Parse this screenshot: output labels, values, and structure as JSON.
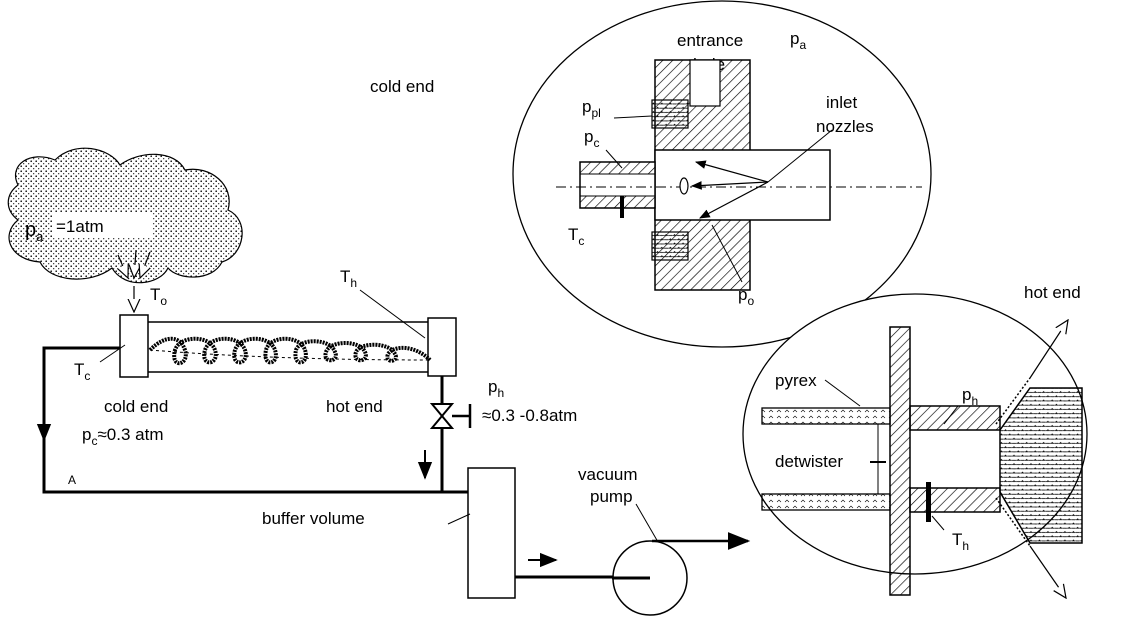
{
  "labels": {
    "pa_main": "p",
    "pa_main_sub": "a",
    "pa_value": "=1atm",
    "To": "T",
    "To_sub": "o",
    "Th_left": "T",
    "Th_left_sub": "h",
    "Tc_left": "T",
    "Tc_left_sub": "c",
    "cold_end_left": "cold end",
    "hot_end_left": "hot end",
    "pc": "p",
    "pc_sub": "c",
    "pc_value": "≈0.3  atm",
    "ph": "p",
    "ph_sub": "h",
    "ph_value": "≈0.3  -0.8atm",
    "point_A": "A",
    "buffer_volume": "buffer  volume",
    "vacuum": "vacuum",
    "pump": "pump",
    "cold_end_top": "cold end",
    "entrance": "entrance",
    "hole": "hole",
    "pa_top": "p",
    "pa_top_sub": "a",
    "inlet": "inlet",
    "nozzles": "nozzles",
    "ppl": "p",
    "ppl_sub": "pl",
    "pc_top": "p",
    "pc_top_sub": "c",
    "Tc_top": "T",
    "Tc_top_sub": "c",
    "po": "p",
    "po_sub": "o",
    "hot_end_right": "hot end",
    "pyrex": "pyrex",
    "detwister": "detwister",
    "ph_right": "p",
    "ph_right_sub": "h",
    "Th_right": "T",
    "Th_right_sub": "h"
  }
}
